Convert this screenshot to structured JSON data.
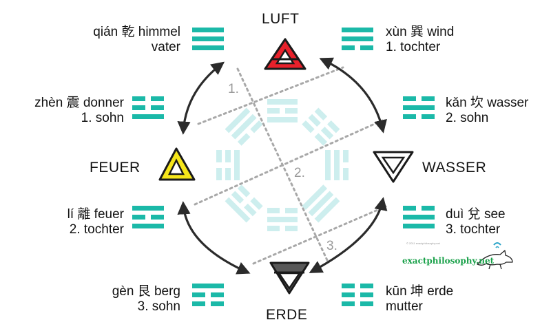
{
  "elements": {
    "air": {
      "label": "LUFT",
      "fill": "#e8212b"
    },
    "fire": {
      "label": "FEUER",
      "fill": "#f6e61a"
    },
    "water": {
      "label": "WASSER",
      "fill": "#ffffff"
    },
    "earth": {
      "label": "ERDE",
      "fill": "#585858"
    }
  },
  "trigrams": [
    {
      "key": "qian",
      "line1": "qián 乾 himmel",
      "line2": "vater",
      "lines": [
        1,
        1,
        1
      ]
    },
    {
      "key": "zhen",
      "line1": "zhèn 震 donner",
      "line2": "1. sohn",
      "lines": [
        0,
        0,
        1
      ]
    },
    {
      "key": "li",
      "line1": "lí 離 feuer",
      "line2": "2. tochter",
      "lines": [
        1,
        0,
        1
      ]
    },
    {
      "key": "gen",
      "line1": "gèn 艮 berg",
      "line2": "3. sohn",
      "lines": [
        1,
        0,
        0
      ]
    },
    {
      "key": "xun",
      "line1": "xùn 巽 wind",
      "line2": "1. tochter",
      "lines": [
        1,
        1,
        0
      ]
    },
    {
      "key": "kan",
      "line1": "kǎn 坎 wasser",
      "line2": "2. sohn",
      "lines": [
        0,
        1,
        0
      ]
    },
    {
      "key": "dui",
      "line1": "duì 兌 see",
      "line2": "3. tochter",
      "lines": [
        0,
        1,
        1
      ]
    },
    {
      "key": "kun",
      "line1": "kūn 坤 erde",
      "line2": "mutter",
      "lines": [
        0,
        0,
        0
      ]
    }
  ],
  "paths": {
    "first": "1.",
    "second": "2.",
    "third": "3."
  },
  "brand": {
    "text": "exactphilosophy.net",
    "copyright": "© 2011 exactphilosophy.net",
    "fox": "fox-logo-icon"
  },
  "colors": {
    "trigram": "#1bb9a8",
    "bagua": "#cdeeee",
    "arrow": "#2b2b2b",
    "dots": "#a8a8a8",
    "path_number": "#9a9a9a"
  }
}
